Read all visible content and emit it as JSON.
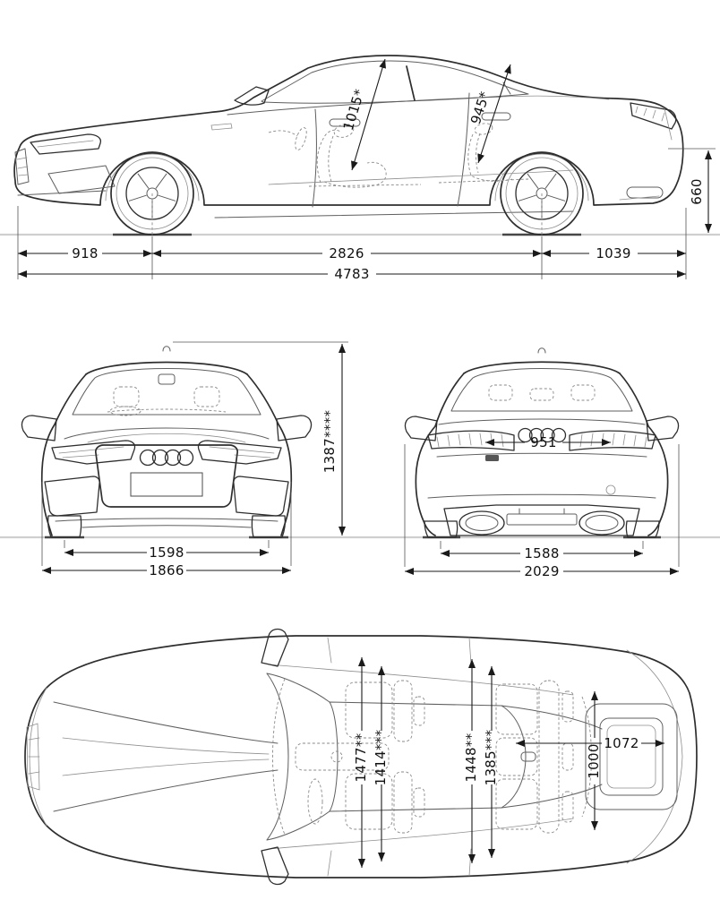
{
  "colors": {
    "background": "#ffffff",
    "outline": "#2e2e2e",
    "dimension": "#1a1a1a",
    "ground_line": "#cfcfcf",
    "hidden_dashed": "#8a8a8a"
  },
  "views": {
    "side": {
      "dims": {
        "headroom_front": "1015*",
        "headroom_rear": "945*",
        "load_sill_height": "660",
        "front_overhang": "918",
        "wheelbase": "2826",
        "rear_overhang": "1039",
        "overall_length": "4783"
      }
    },
    "front": {
      "dims": {
        "overall_height": "1387****",
        "track_front": "1598",
        "body_width": "1866"
      }
    },
    "rear": {
      "dims": {
        "tailgate_opening_width": "951",
        "track_rear": "1588",
        "width_incl_mirrors": "2029"
      }
    },
    "top": {
      "dims": {
        "elbow_room_front": "1477**",
        "shoulder_room_front": "1414***",
        "elbow_room_rear": "1448**",
        "shoulder_room_rear": "1385***",
        "luggage_length": "1072",
        "luggage_width": "1000"
      }
    }
  }
}
